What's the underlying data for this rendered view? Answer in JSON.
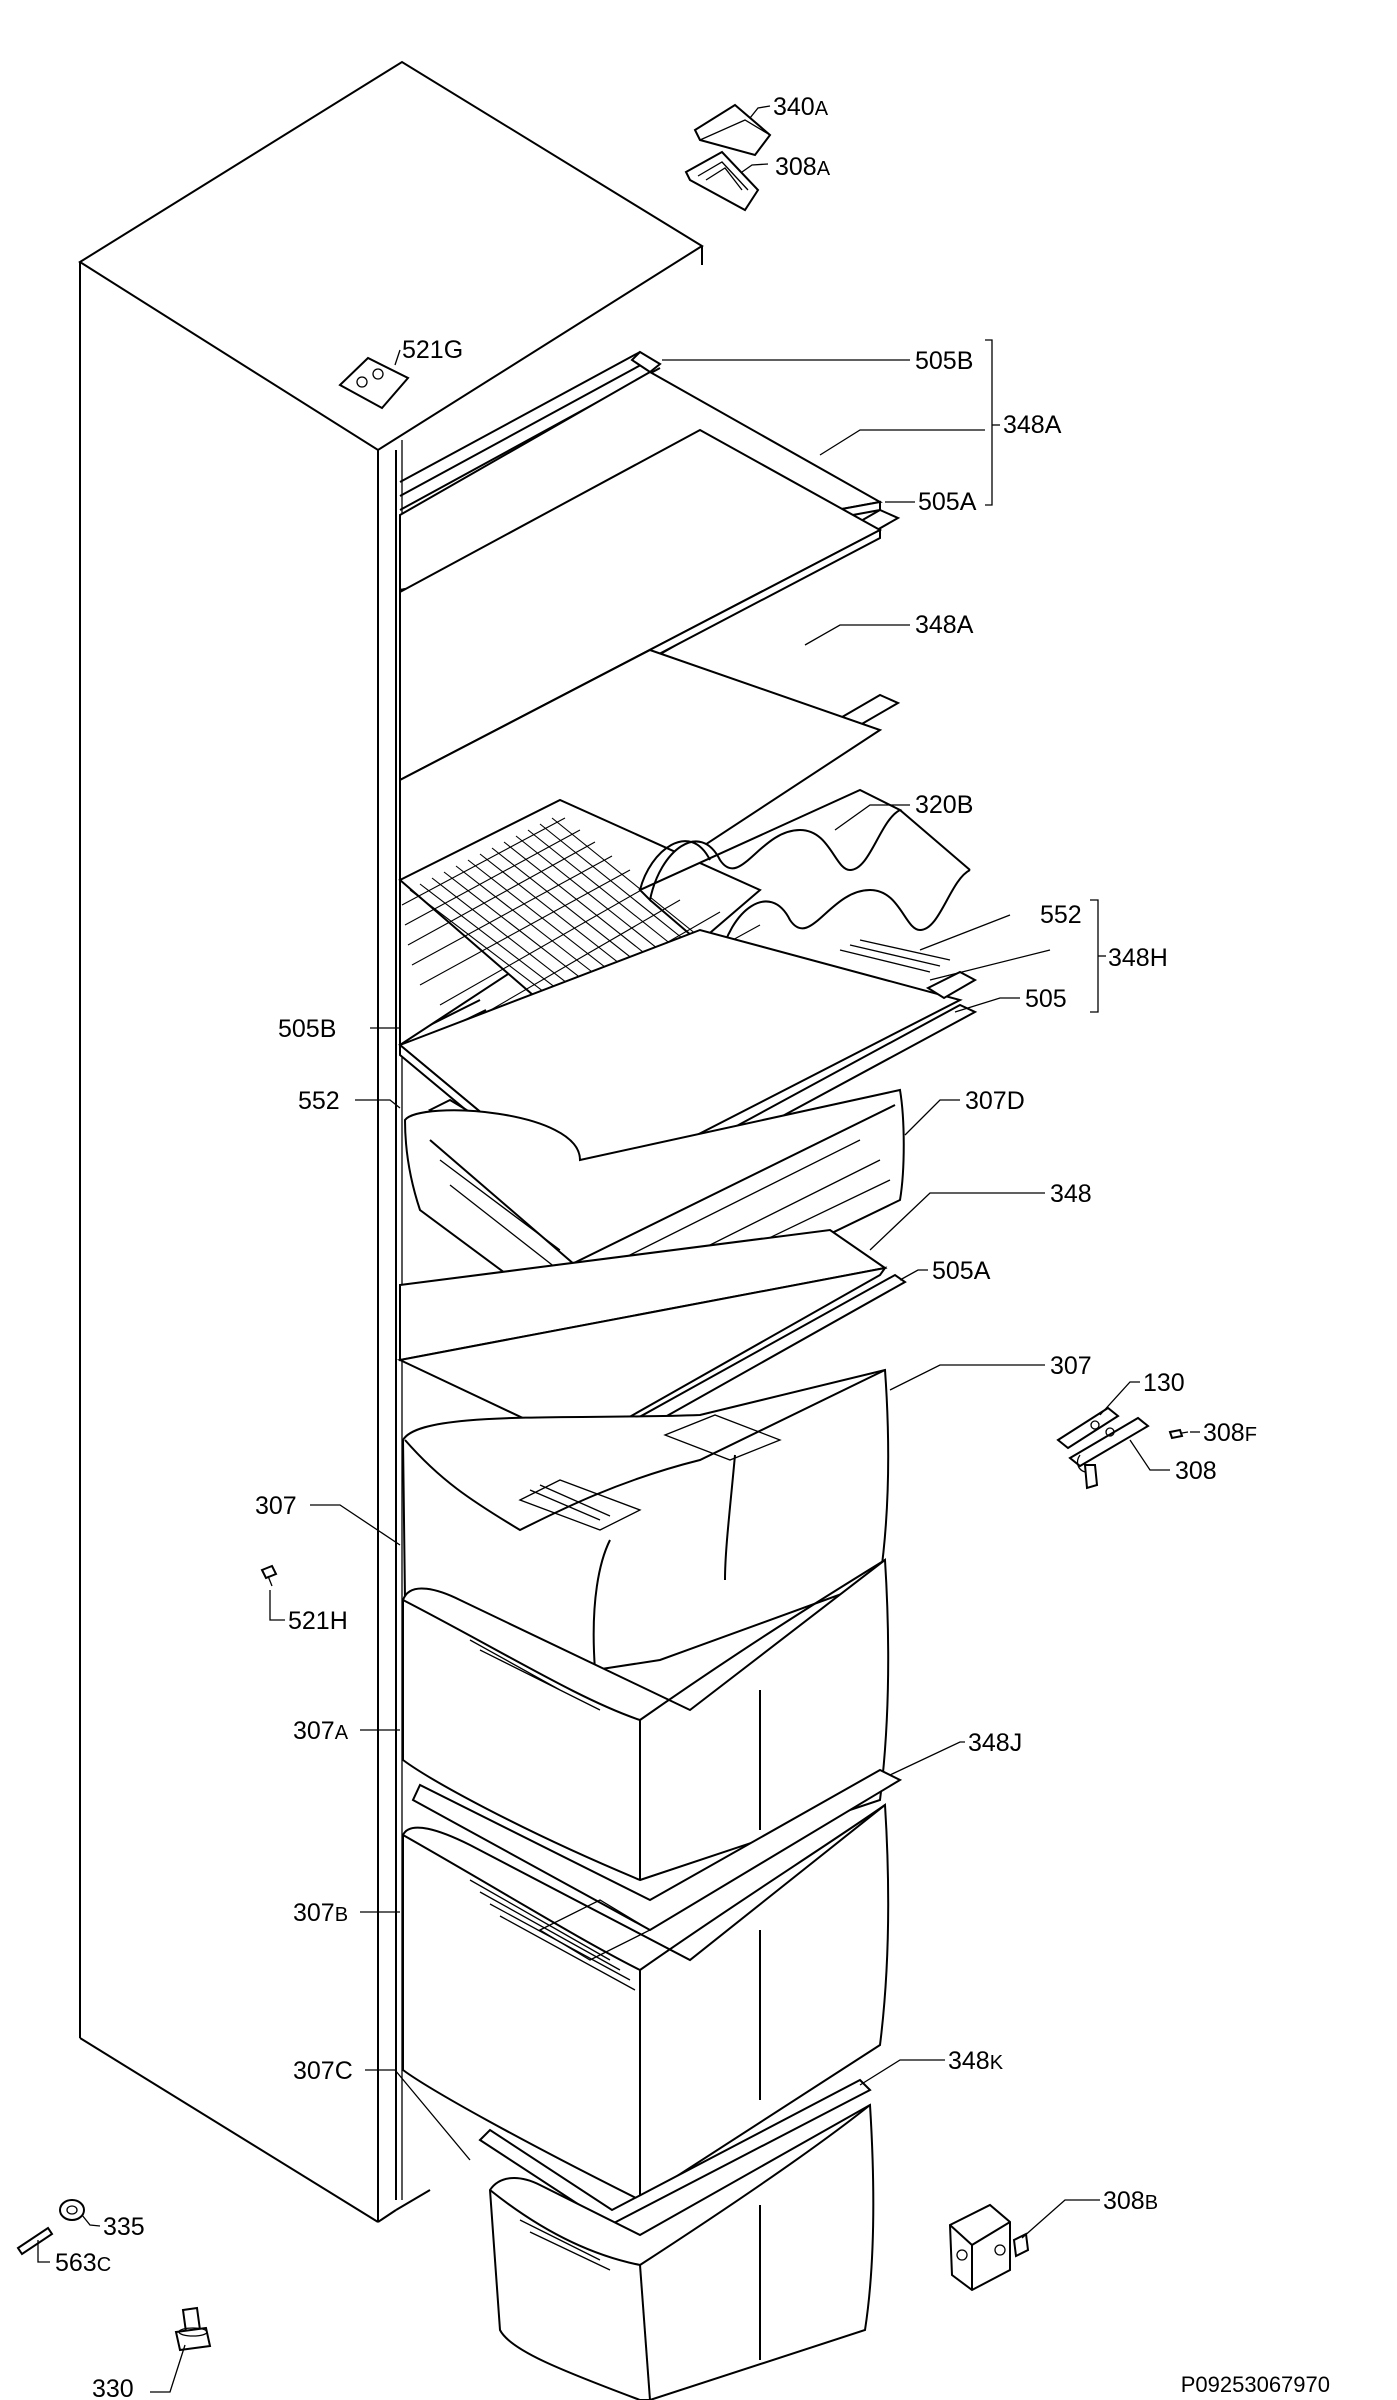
{
  "diagram_id": "P09253067970",
  "labels": {
    "340A": {
      "num": "340",
      "suf": "A"
    },
    "308A": {
      "num": "308",
      "suf": "A"
    },
    "521G": {
      "num": "521G",
      "suf": ""
    },
    "505B_top": {
      "num": "505B",
      "suf": ""
    },
    "348A_group": {
      "num": "348A",
      "suf": ""
    },
    "505A_top": {
      "num": "505A",
      "suf": ""
    },
    "348A_mid": {
      "num": "348A",
      "suf": ""
    },
    "320B": {
      "num": "320B",
      "suf": ""
    },
    "552_right": {
      "num": "552",
      "suf": ""
    },
    "348H": {
      "num": "348H",
      "suf": ""
    },
    "505B_left": {
      "num": "505B",
      "suf": ""
    },
    "505": {
      "num": "505",
      "suf": ""
    },
    "552_left": {
      "num": "552",
      "suf": ""
    },
    "307D": {
      "num": "307D",
      "suf": ""
    },
    "348": {
      "num": "348",
      "suf": ""
    },
    "505A_mid": {
      "num": "505A",
      "suf": ""
    },
    "307_right": {
      "num": "307",
      "suf": ""
    },
    "130": {
      "num": "130",
      "suf": ""
    },
    "308F": {
      "num": "308",
      "suf": "F"
    },
    "308": {
      "num": "308",
      "suf": ""
    },
    "307_left": {
      "num": "307",
      "suf": ""
    },
    "521H": {
      "num": "521H",
      "suf": ""
    },
    "307A": {
      "num": "307",
      "suf": "A"
    },
    "348J": {
      "num": "348J",
      "suf": ""
    },
    "307B": {
      "num": "307",
      "suf": "B"
    },
    "307C": {
      "num": "307C",
      "suf": ""
    },
    "348K": {
      "num": "348",
      "suf": "K"
    },
    "308B": {
      "num": "308",
      "suf": "B"
    },
    "335": {
      "num": "335",
      "suf": ""
    },
    "563C": {
      "num": "563",
      "suf": "C"
    },
    "330": {
      "num": "330",
      "suf": ""
    }
  }
}
